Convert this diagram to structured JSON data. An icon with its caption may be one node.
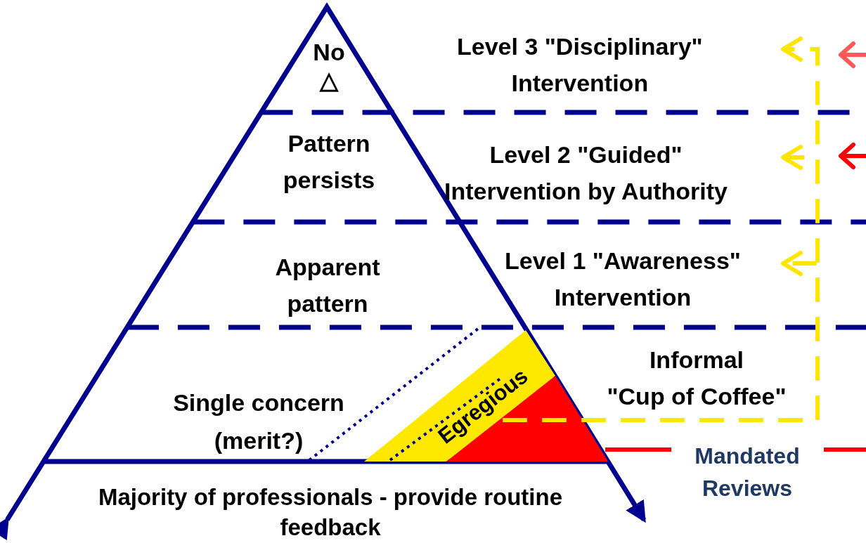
{
  "diagram": {
    "nodes": [
      {
        "text": [
          "No △"
        ]
      },
      {
        "text": [
          "Pattern persists"
        ]
      },
      {
        "text": [
          "Apparent pattern"
        ]
      },
      {
        "text": [
          "Single concern (merit?)"
        ]
      },
      {
        "text": [
          "Egregious"
        ]
      },
      {
        "text": [],
        "shape": "triangle"
      },
      {
        "text": [
          "Level 3 \"Disciplinary\" Intervention"
        ]
      },
      {
        "text": [
          "Level 2 \"Guided\" Intervention by Authority"
        ]
      },
      {
        "text": [
          "Level 1 \"Awareness\" Intervention"
        ]
      },
      {
        "text": [
          "Informal \"Cup of Coffee\""
        ]
      }
    ],
    "edges": [
      {
        "from": 5,
        "to": 6,
        "arrow": "to",
        "style": "dashed"
      },
      {
        "from": 5,
        "to": 7,
        "arrow": "to",
        "style": "dashed"
      },
      {
        "from": 5,
        "to": 8,
        "arrow": "to",
        "style": "dashed"
      },
      {
        "from": 5,
        "to": null,
        "arrow": "none",
        "label": "Mandated Reviews",
        "color": "#ff0000"
      }
    ],
    "labels": [
      "Majority of professionals - provide routine feedback"
    ]
  }
}
